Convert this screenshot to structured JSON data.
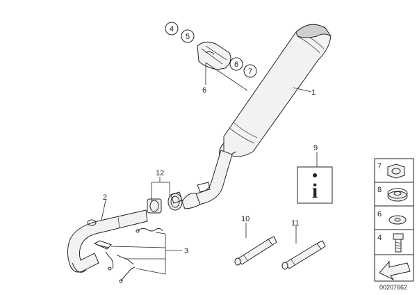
{
  "callouts": {
    "c1": "1",
    "c2": "2",
    "c3": "3",
    "c4": "4",
    "c5": "5",
    "c6": "6",
    "c7": "7",
    "c8": "8",
    "c9": "9",
    "c10": "10",
    "c11": "11",
    "c12": "12"
  },
  "side_panel": {
    "items": [
      {
        "number": "7",
        "icon": "hex-nut-icon"
      },
      {
        "number": "8",
        "icon": "rubber-grommet-icon"
      },
      {
        "number": "6",
        "icon": "washer-icon"
      },
      {
        "number": "4",
        "icon": "bolt-icon"
      }
    ]
  },
  "info_symbol": "i",
  "document_id": "00207662"
}
